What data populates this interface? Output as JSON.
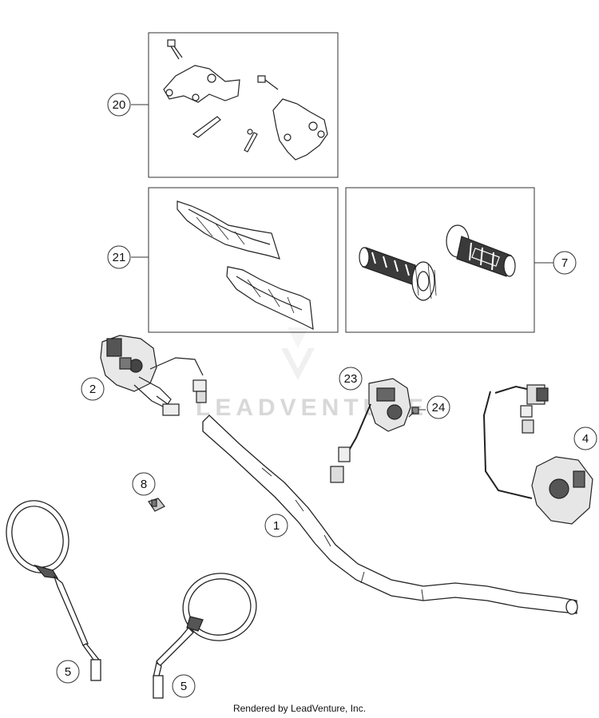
{
  "callouts": {
    "c20": "20",
    "c21": "21",
    "c7": "7",
    "c2": "2",
    "c23": "23",
    "c24": "24",
    "c4": "4",
    "c8": "8",
    "c1": "1",
    "c5a": "5",
    "c5b": "5"
  },
  "watermark": "LEADVENTURE",
  "footer": "Rendered by LeadVenture, Inc."
}
